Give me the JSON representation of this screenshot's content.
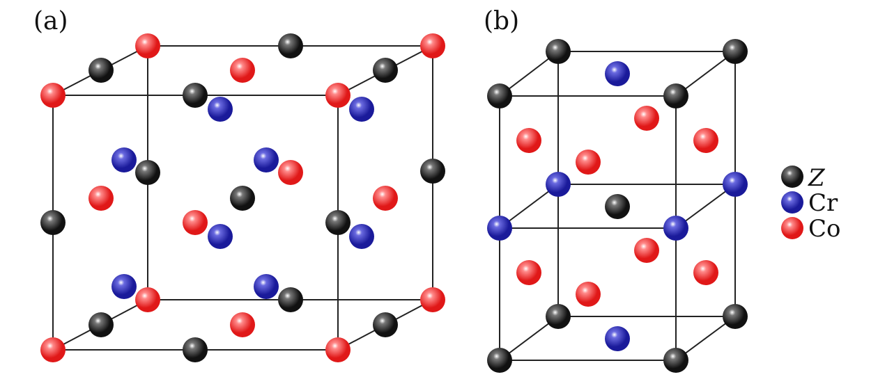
{
  "panels": [
    {
      "label": "(a)"
    },
    {
      "label": "(b)"
    }
  ],
  "legend": [
    {
      "label": "Z",
      "key": "Z"
    },
    {
      "label": "Cr",
      "key": "Cr"
    },
    {
      "label": "Co",
      "key": "Co"
    }
  ],
  "colors": {
    "Z": "#111111",
    "Cr": "#1a1a9a",
    "Co": "#e01818",
    "edge": "#222222"
  }
}
